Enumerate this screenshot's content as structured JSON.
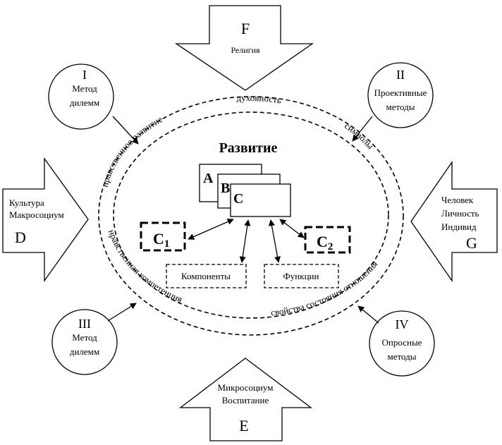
{
  "diagram": {
    "title": "Развитие",
    "arrows": {
      "top": {
        "letter": "F",
        "label": "Религия"
      },
      "left": {
        "line1": "Культура",
        "line2": "Макросоциум",
        "letter": "D"
      },
      "right": {
        "line1": "Человек",
        "line2": "Личность",
        "line3": "Индивид",
        "letter": "G"
      },
      "bottom": {
        "line1": "Микросоциум",
        "line2": "Воспитание",
        "letter": "E"
      }
    },
    "circles": {
      "top_left": {
        "numeral": "I",
        "line1": "Метод",
        "line2": "дилемм"
      },
      "top_right": {
        "numeral": "II",
        "line1": "Проективные",
        "line2": "методы"
      },
      "bottom_left": {
        "numeral": "III",
        "line1": "Метод",
        "line2": "дилемм"
      },
      "bottom_right": {
        "numeral": "IV",
        "line1": "Опросные",
        "line2": "методы"
      }
    },
    "ring_labels": {
      "left_upper": "нравственное развитие",
      "top": "духовность",
      "right_upper": "символы",
      "left_lower": "нравственная компетенция",
      "bottom_right": "свойства состояния отношения"
    },
    "cards": {
      "a": "A",
      "b": "B",
      "c": "C"
    },
    "c1": {
      "letter": "C",
      "sub": "1"
    },
    "c2": {
      "letter": "C",
      "sub": "2"
    },
    "boxes": {
      "components": "Компоненты",
      "functions": "Функции"
    }
  }
}
